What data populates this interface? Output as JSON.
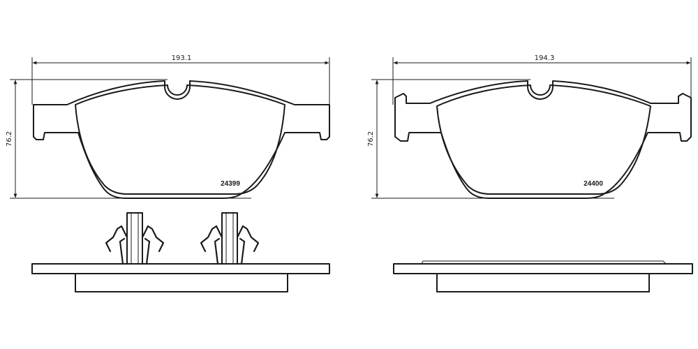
{
  "pad_left": {
    "width_dimension": "193.1",
    "height_dimension": "76.2",
    "part_number": "24399"
  },
  "pad_right": {
    "width_dimension": "194.3",
    "height_dimension": "76.2",
    "part_number": "24400"
  }
}
